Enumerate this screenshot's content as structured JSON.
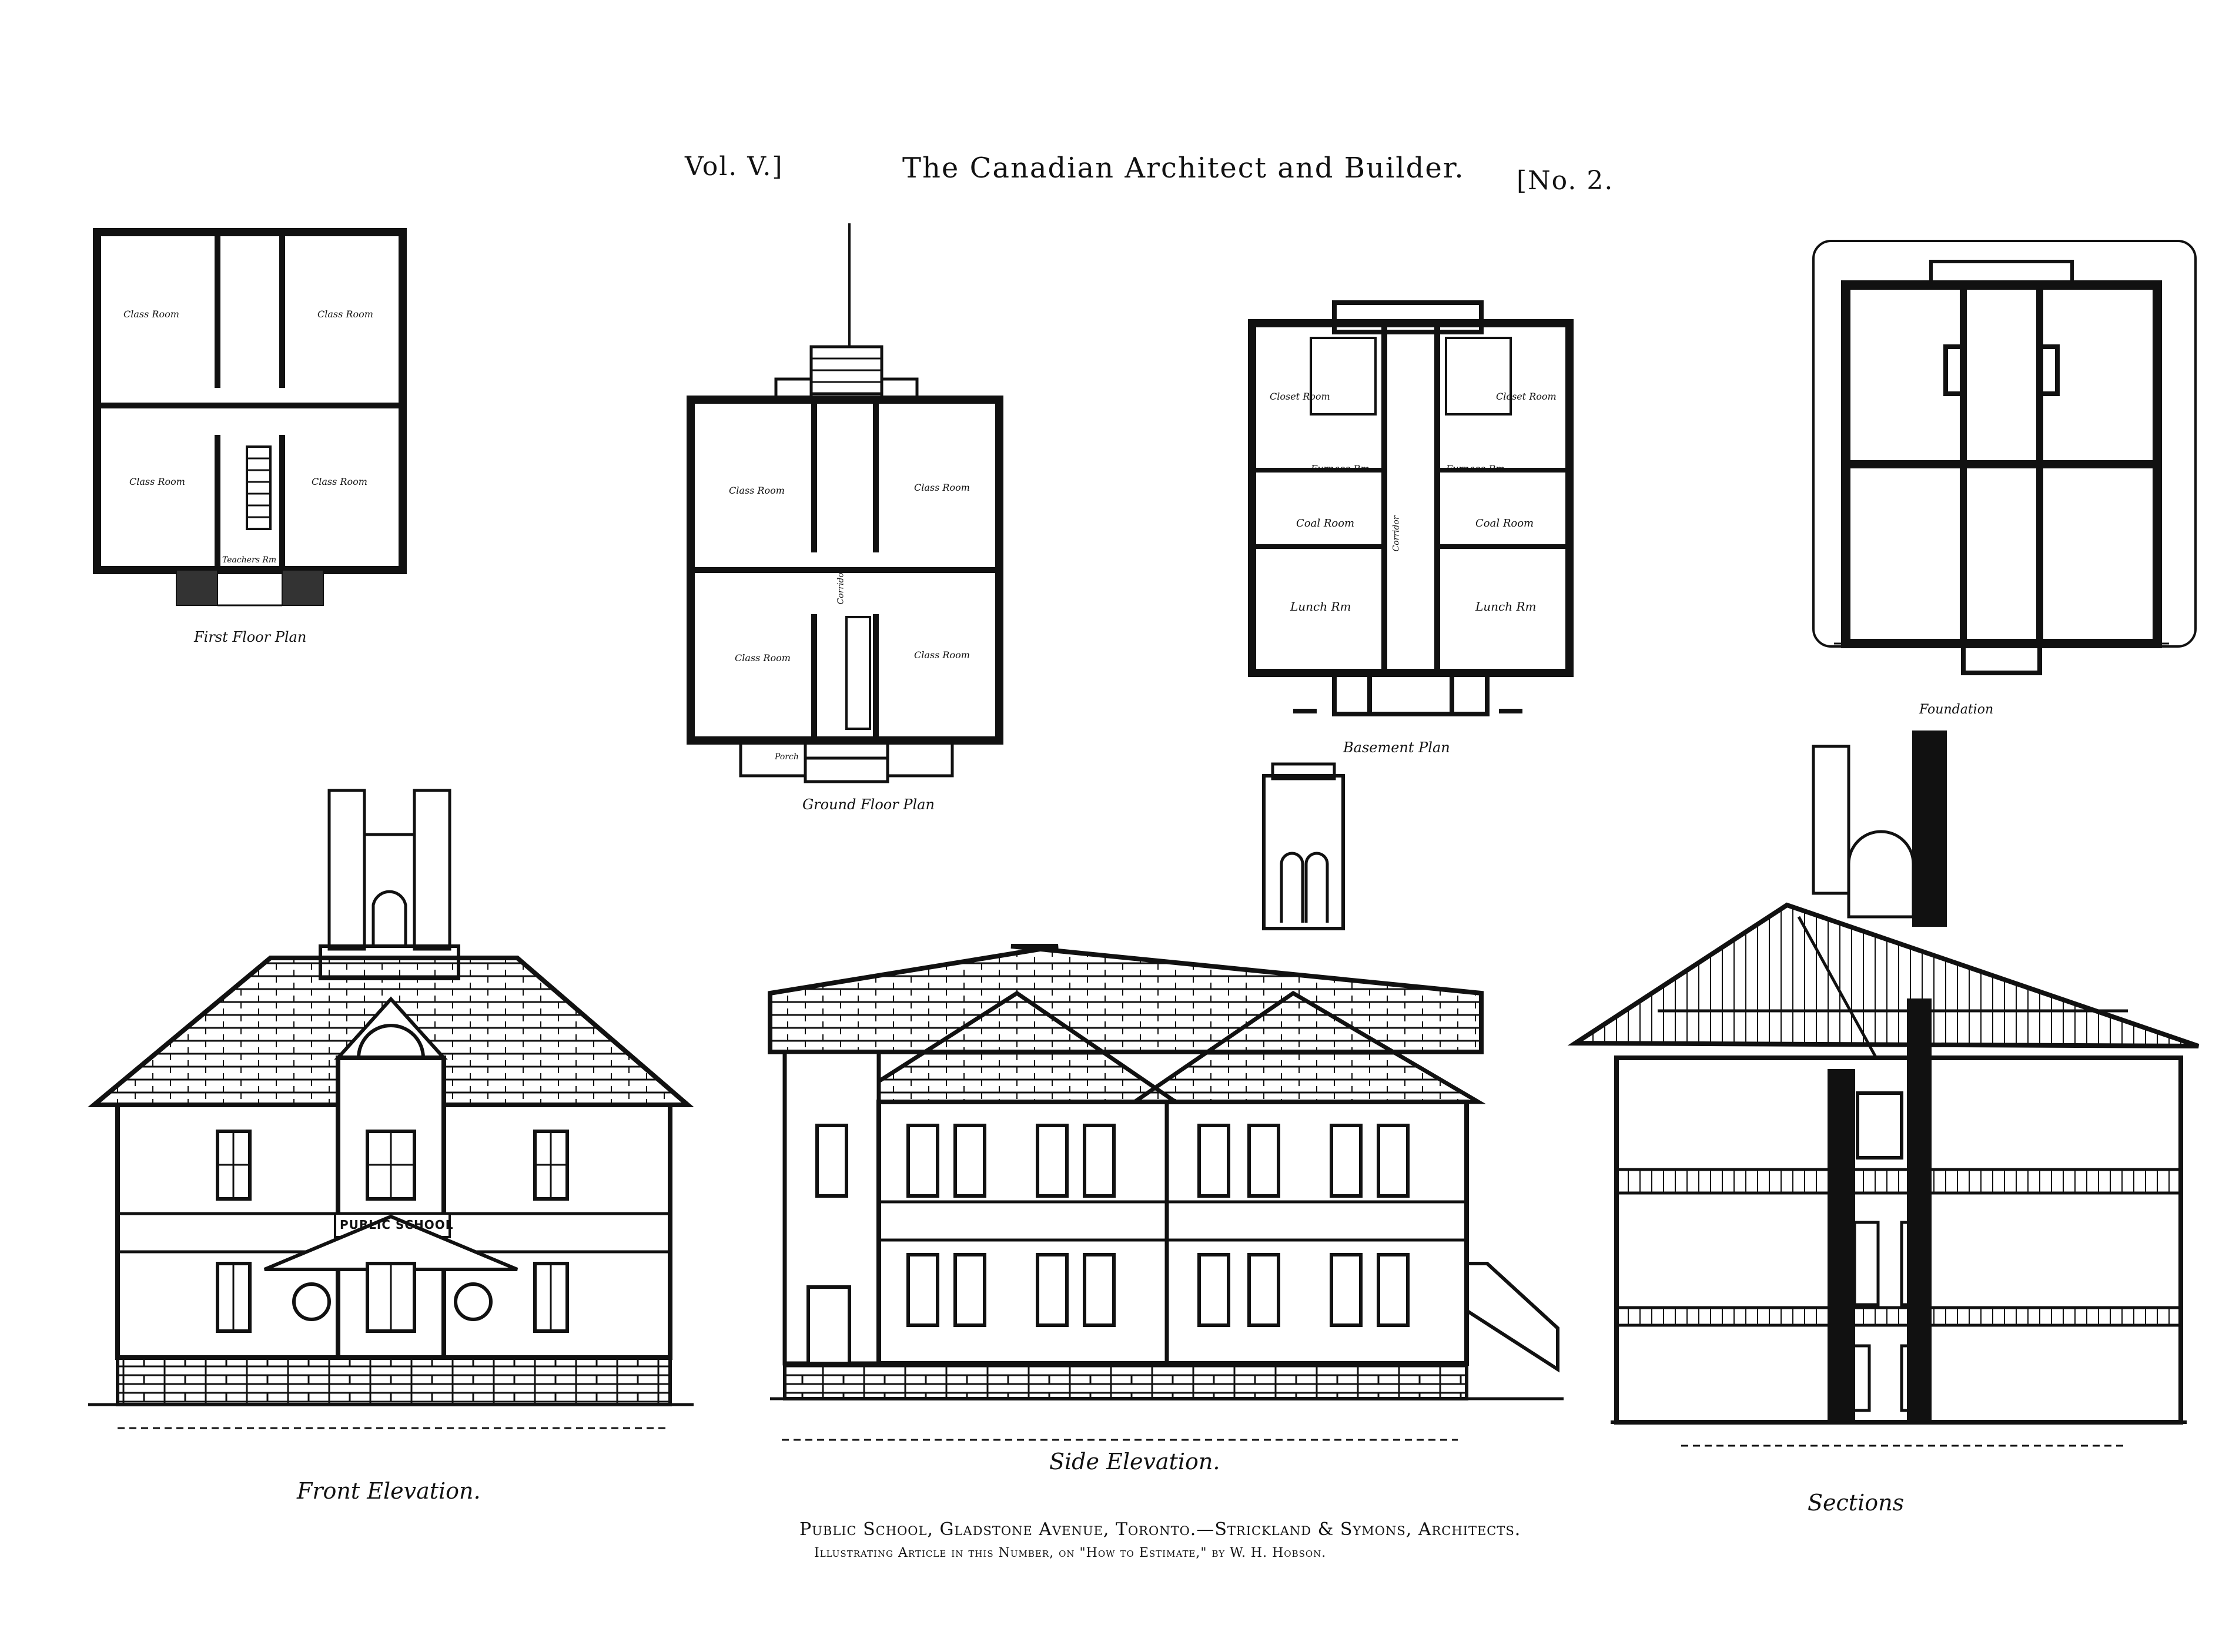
{
  "header": {
    "volume": "Vol. V.]",
    "title": "The Canadian Architect and Builder.",
    "number": "[No. 2."
  },
  "drawings": {
    "first_floor": {
      "caption": "First Floor Plan",
      "rooms": [
        "Class Room",
        "Class Room",
        "Class Room",
        "Class Room"
      ],
      "teachers_room": "Teachers Rm"
    },
    "ground_floor": {
      "caption": "Ground Floor Plan",
      "rooms": [
        "Class Room",
        "Class Room",
        "Class Room",
        "Class Room"
      ],
      "porch": "Porch",
      "corridor": "Corridor"
    },
    "basement": {
      "caption": "Basement Plan",
      "closet_rooms": [
        "Closet Room",
        "Closet Room"
      ],
      "furnace_rooms": [
        "Furnace Rm",
        "Furnace Rm"
      ],
      "coal_rooms": [
        "Coal Room",
        "Coal Room"
      ],
      "lunch_rooms": [
        "Lunch Rm",
        "Lunch Rm"
      ],
      "corridor": "Corridor"
    },
    "foundation": {
      "caption": "Foundation"
    },
    "front_elevation": {
      "caption": "Front Elevation.",
      "sign": "PUBLIC SCHOOL"
    },
    "side_elevation": {
      "caption": "Side Elevation."
    },
    "sections": {
      "caption": "Sections"
    }
  },
  "footer": {
    "line1": "Public School, Gladstone Avenue, Toronto.—Strickland & Symons, Architects.",
    "line2": "Illustrating Article in this Number, on \"How to Estimate,\" by W. H. Hobson."
  }
}
